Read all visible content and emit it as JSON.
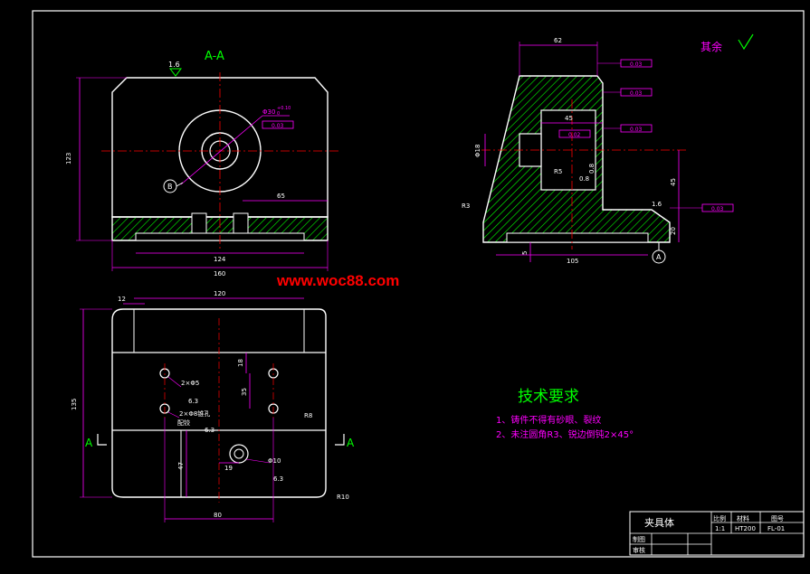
{
  "views": {
    "section_label": "A-A",
    "finish_note": "其余",
    "section_marker_left": "A",
    "section_marker_right": "A",
    "datum_b": "B",
    "datum_a": "A"
  },
  "section_view": {
    "roughness": "1.6",
    "bore_dia": "Φ30",
    "bore_tol_upper": "+0.10",
    "bore_tol_lower": "0",
    "frame_ref": "0.03",
    "dim_height": "123",
    "dim_right_span": "65",
    "dim_inner_width": "124",
    "dim_total_width": "160"
  },
  "side_view": {
    "dim_top_width": "62",
    "dim_mid_width": "45",
    "dim_base_width": "105",
    "dim_hole_dia": "Φ18",
    "dim_radius_small": "R5",
    "dim_radius_r3": "R3",
    "dim_height_right": "45",
    "dim_base_height": "20",
    "dim_small": "5",
    "roughness_a": "0.8",
    "roughness_b": "0.8",
    "roughness_c": "1.6",
    "tol_1": "0.03",
    "tol_2": "0.03",
    "tol_3": "0.02",
    "tol_4": "0.03",
    "tol_5": "0.03"
  },
  "plan_view": {
    "dim_top": "120",
    "dim_left_small": "12",
    "dim_height": "135",
    "dim_v1": "18",
    "dim_v2": "35",
    "dim_v3": "47",
    "dim_h1": "19",
    "dim_bottom": "80",
    "note_holes_1": "2×Φ5",
    "note_holes_2": "2×Φ8锥孔",
    "note_holes_3": "配铰",
    "note_hole_big": "Φ10",
    "rough_1": "6.3",
    "rough_2": "6.3",
    "rough_3": "6.3",
    "radius_r8": "R8",
    "radius_r10": "R10"
  },
  "watermark": "www.woc88.com",
  "tech_req": {
    "title": "技术要求",
    "item1": "1、铸件不得有砂眼、裂纹",
    "item2": "2、未注圆角R3、锐边倒钝2×45°"
  },
  "title_block": {
    "name": "夹具体",
    "scale_label": "比例",
    "material_label": "材料",
    "drawing_no_label": "图号",
    "scale": "1:1",
    "material": "HT200",
    "drawing_no": "FL-01",
    "drawn_label": "制图",
    "checked_label": "审核"
  },
  "colors": {
    "background": "#000000",
    "outline": "#ffffff",
    "dimension": "#ff00ff",
    "centerline": "#ff0000",
    "hatch": "#00ff00",
    "note": "#00ff00",
    "watermark": "#ff0000"
  }
}
